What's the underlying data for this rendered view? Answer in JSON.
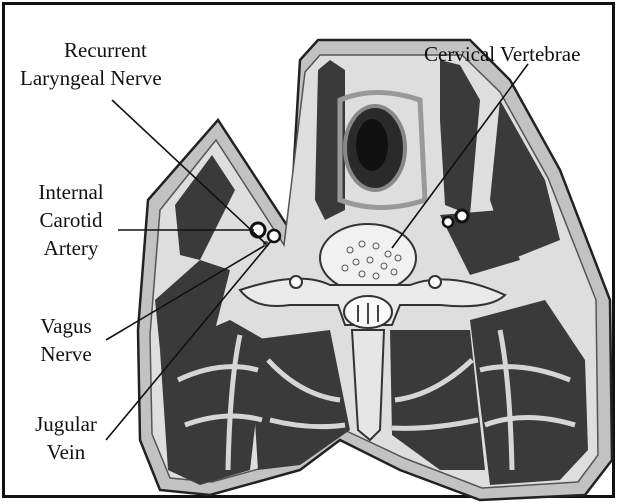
{
  "labels": {
    "recurrent_laryngeal": [
      "Recurrent",
      "Laryngeal Nerve"
    ],
    "cervical_vertebrae": "Cervical Vertebrae",
    "internal_carotid": [
      "Internal",
      "Carotid",
      "Artery"
    ],
    "vagus_nerve": [
      "Vagus",
      "Nerve"
    ],
    "jugular_vein": [
      "Jugular",
      "Vein"
    ]
  },
  "colors": {
    "muscle": "#3a3a3a",
    "fascia": "#d8d8d8",
    "skin": "#b9b9b9",
    "bone": "#f1f1f1",
    "ink": "#111111"
  }
}
